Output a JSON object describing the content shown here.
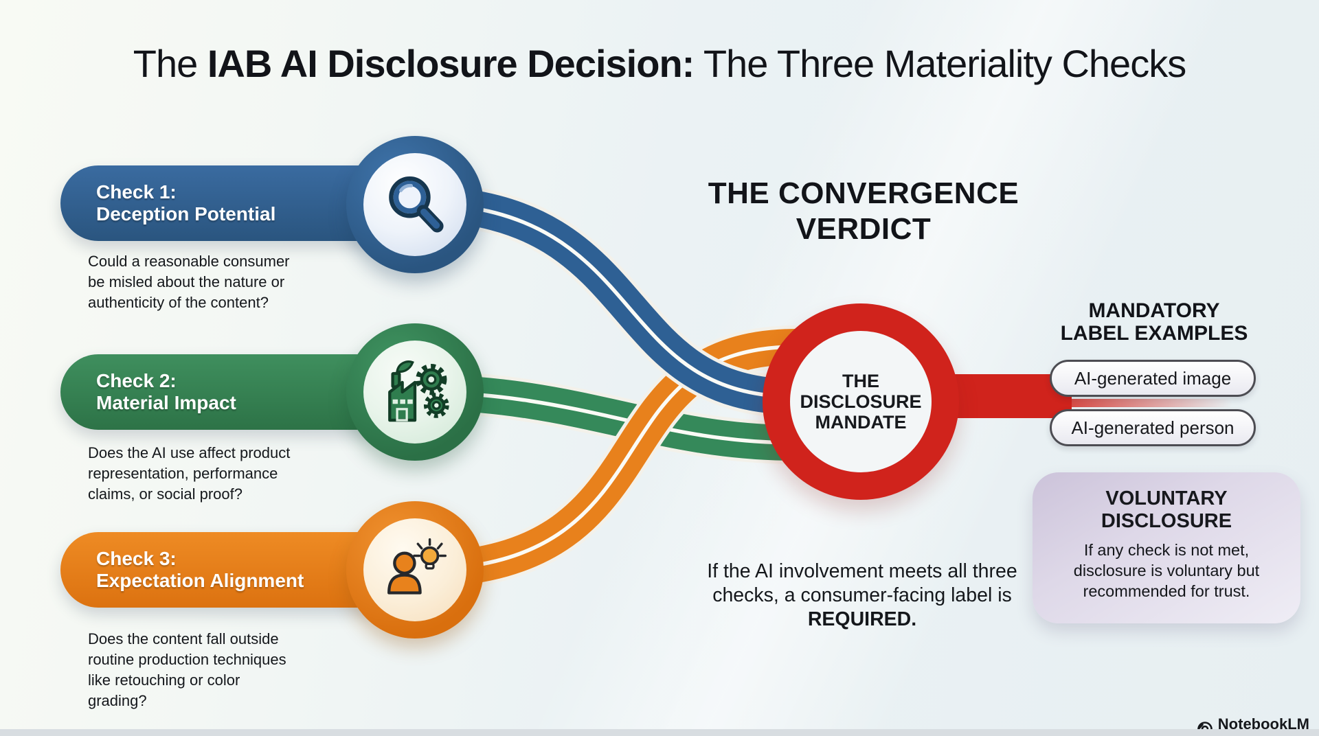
{
  "colors": {
    "blue": "#2e6094",
    "green": "#35895a",
    "orange": "#e8811c",
    "red": "#d0231c",
    "halo": "#f3f1ea"
  },
  "title": {
    "part1": "The ",
    "part2": "IAB AI Disclosure Decision:",
    "part3": " The Three Materiality Checks"
  },
  "checks": [
    {
      "label": "Check 1:",
      "sublabel": "Deception Potential",
      "description": "Could a reasonable consumer be misled about the nature or authenticity of the content?",
      "icon": "magnifier",
      "color": "#2e6094"
    },
    {
      "label": "Check 2:",
      "sublabel": "Material Impact",
      "description": "Does the AI use affect product representation, performance claims, or social proof?",
      "icon": "factory-gears",
      "color": "#35895a"
    },
    {
      "label": "Check 3:",
      "sublabel": "Expectation Alignment",
      "description": "Does the content fall outside routine production techniques like retouching or color grading?",
      "icon": "person-idea",
      "color": "#e8811c"
    }
  ],
  "convergence": {
    "heading": "THE CONVERGENCE VERDICT",
    "circle_label": "THE DISCLOSURE MANDATE",
    "note": "If the AI involvement meets all three checks, a consumer-facing label is ",
    "note_bold": "REQUIRED."
  },
  "mandatory": {
    "heading_line1": "MANDATORY",
    "heading_line2": "LABEL EXAMPLES",
    "labels": [
      "AI-generated image",
      "AI-generated person"
    ]
  },
  "voluntary": {
    "heading_line1": "VOLUNTARY",
    "heading_line2": "DISCLOSURE",
    "body": "If any check is not met, disclosure is voluntary but recommended for trust."
  },
  "footer": {
    "brand": "NotebookLM"
  }
}
